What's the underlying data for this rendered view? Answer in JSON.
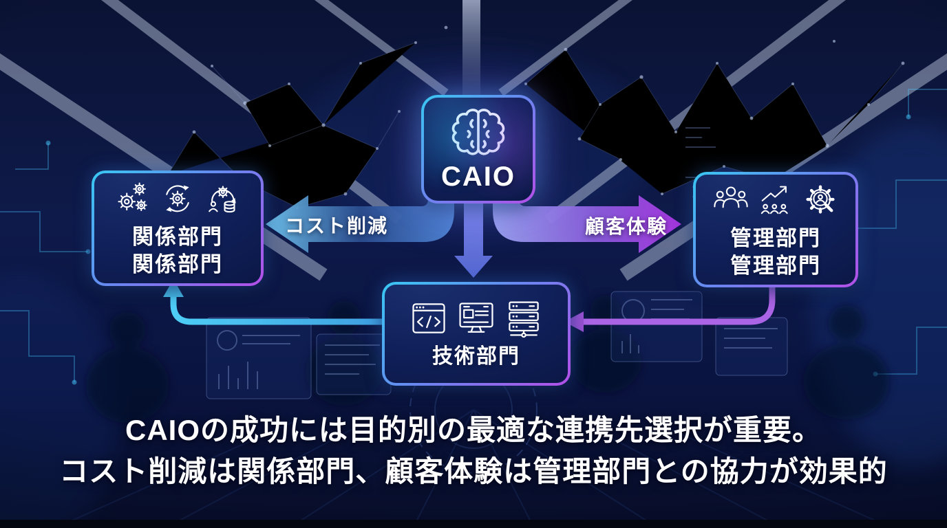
{
  "caio": {
    "label": "CAIO",
    "icon": "brain-icon"
  },
  "nodes": {
    "related": {
      "line1": "関係部門",
      "line2": "関係部門",
      "icons": [
        "gears-icon",
        "gear-sync-icon",
        "process-automation-icon"
      ]
    },
    "admin": {
      "line1": "管理部門",
      "line2": "管理部門",
      "icons": [
        "people-group-icon",
        "growth-chart-people-icon",
        "talent-search-gear-icon"
      ]
    },
    "tech": {
      "line1": "技術部門",
      "icons": [
        "code-window-icon",
        "monitor-icon",
        "server-network-icon"
      ]
    }
  },
  "arrows": {
    "cost": {
      "label": "コスト削減",
      "from": "CAIO",
      "to": "関係部門",
      "color_head": "#70c4ee",
      "color_body": "#2b4d8f"
    },
    "cx": {
      "label": "顧客体験",
      "from": "CAIO",
      "to": "管理部門",
      "color_head": "#a836e2",
      "color_body": "#9aa4f0"
    },
    "caio_to_tech": {
      "label": "",
      "from": "CAIO",
      "to": "技術部門",
      "color": "#6276dc"
    },
    "tech_to_related": {
      "label": "",
      "from": "技術部門",
      "to": "関係部門",
      "color": "#49c0f0"
    },
    "admin_to_tech": {
      "label": "",
      "from": "管理部門",
      "to": "技術部門",
      "color": "#aa62e4"
    }
  },
  "caption": {
    "line1": "CAIOの成功には目的別の最適な連携先選択が重要。",
    "line2": "コスト削減は関係部門、顧客体験は管理部門との協力が効果的"
  },
  "colors": {
    "background_navy": "#0d1742",
    "box_fill": "#10205a",
    "border_cyan": "#38c8f2",
    "border_purple": "#b44fe8",
    "text": "#ffffff"
  }
}
